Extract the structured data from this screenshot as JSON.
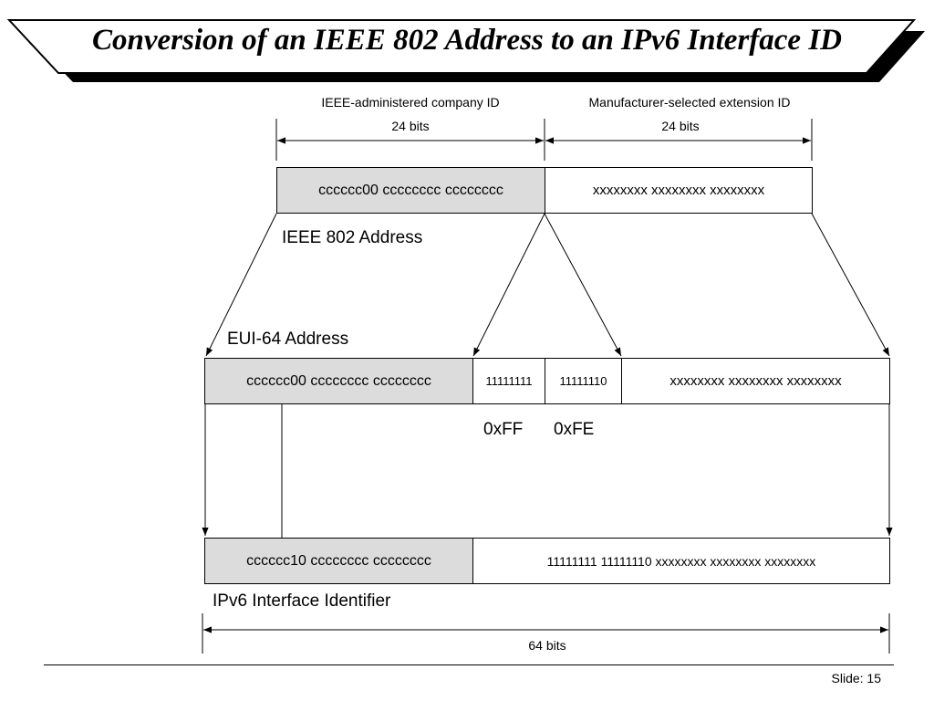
{
  "slide": {
    "title": "Conversion of an IEEE 802 Address to an IPv6 Interface ID",
    "slide_label": "Slide: 15"
  },
  "ieee802": {
    "company_id_label": "IEEE-administered company ID",
    "company_id_bits": "24 bits",
    "extension_id_label": "Manufacturer-selected extension ID",
    "extension_id_bits": "24 bits",
    "company_bits": "cccccc00 cccccccc cccccccc",
    "extension_bits": "xxxxxxxx xxxxxxxx xxxxxxxx",
    "caption": "IEEE 802 Address"
  },
  "eui64": {
    "caption": "EUI-64 Address",
    "company_bits": "cccccc00 cccccccc cccccccc",
    "ff_bits": "11111111",
    "fe_bits": "11111110",
    "extension_bits": "xxxxxxxx xxxxxxxx xxxxxxxx",
    "ff_hex": "0xFF",
    "fe_hex": "0xFE"
  },
  "ipv6_iid": {
    "company_bits": "cccccc10 cccccccc cccccccc",
    "rest_bits": "11111111 11111110 xxxxxxxx xxxxxxxx xxxxxxxx",
    "caption": "IPv6 Interface Identifier",
    "total_bits": "64 bits"
  }
}
